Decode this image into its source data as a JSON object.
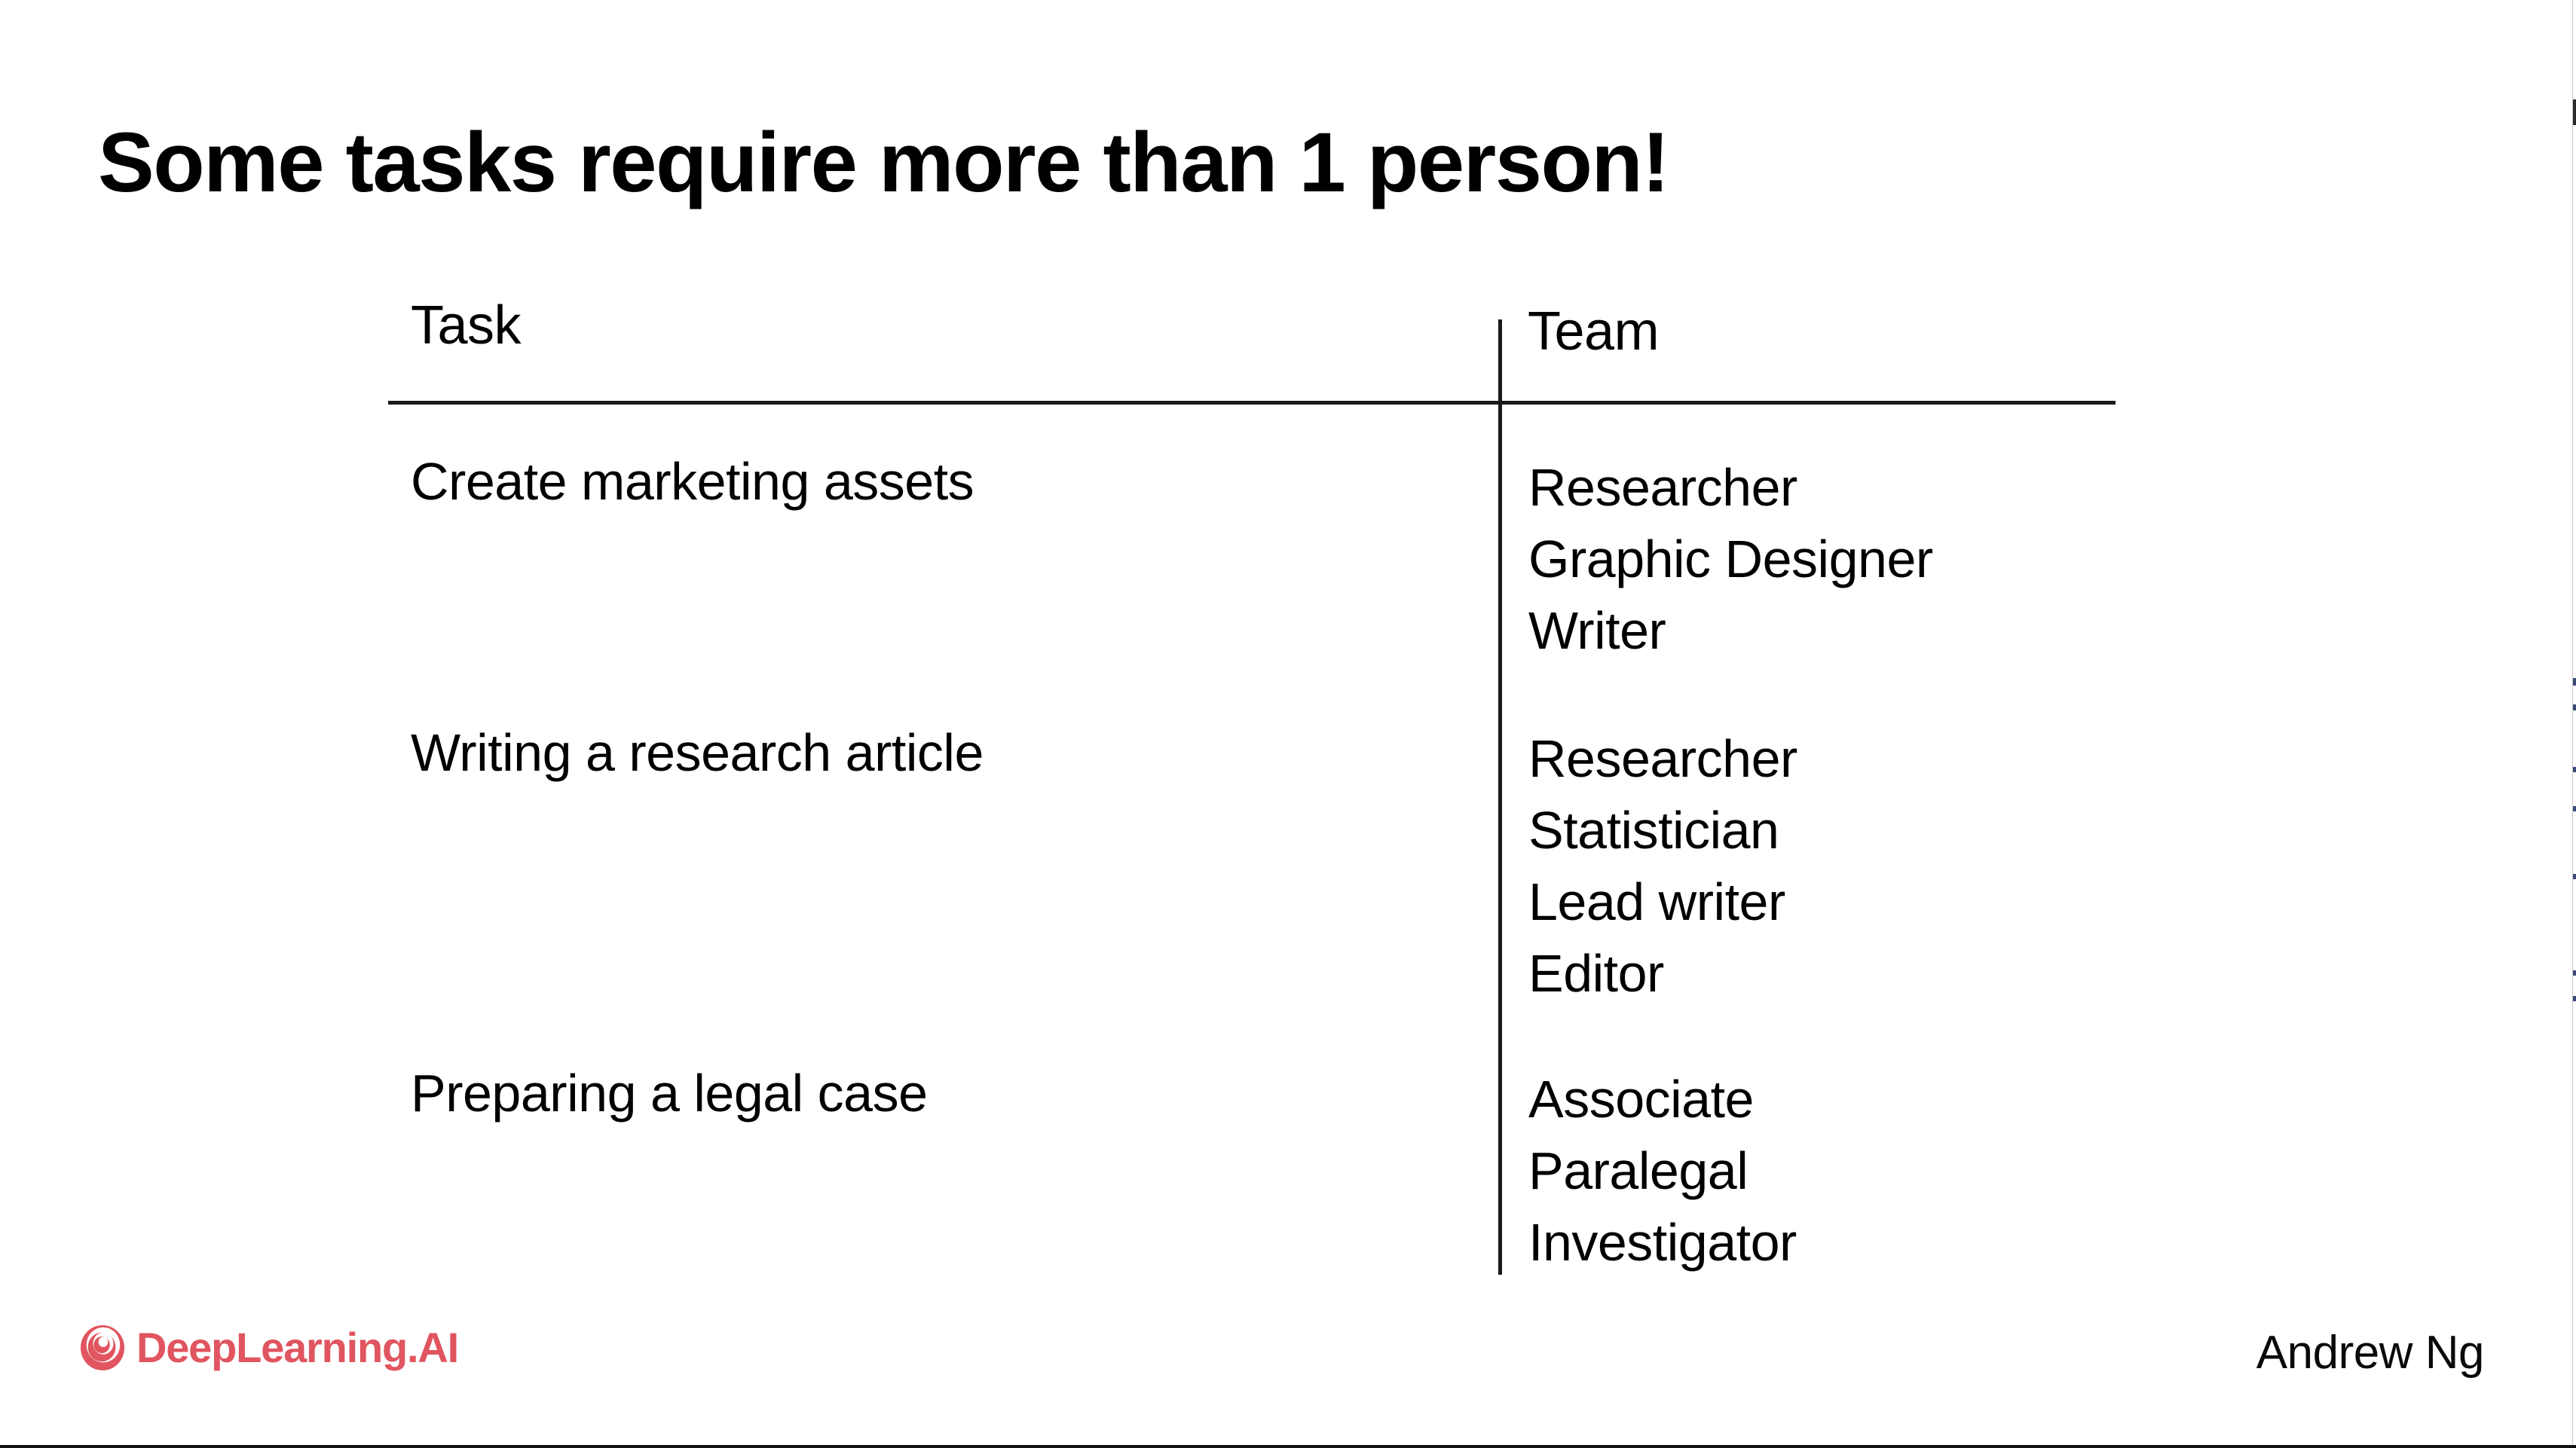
{
  "slide": {
    "title": "Some tasks require more than 1 person!",
    "background_color": "#FFFFFF",
    "text_color": "#000000"
  },
  "table": {
    "columns": [
      {
        "key": "task",
        "header": "Task"
      },
      {
        "key": "team",
        "header": "Team"
      }
    ],
    "rows": [
      {
        "task": "Create marketing assets",
        "team": [
          "Researcher",
          "Graphic Designer",
          "Writer"
        ]
      },
      {
        "task": "Writing a research article",
        "team": [
          "Researcher",
          "Statistician",
          "Lead writer",
          "Editor"
        ]
      },
      {
        "task": "Preparing a legal case",
        "team": [
          "Associate",
          "Paralegal",
          "Investigator"
        ]
      }
    ]
  },
  "footer": {
    "brand": "DeepLearning.AI",
    "brand_color": "#E0555F",
    "brand_icon": "deeplearning-spiral-logo-icon",
    "author": "Andrew Ng"
  }
}
